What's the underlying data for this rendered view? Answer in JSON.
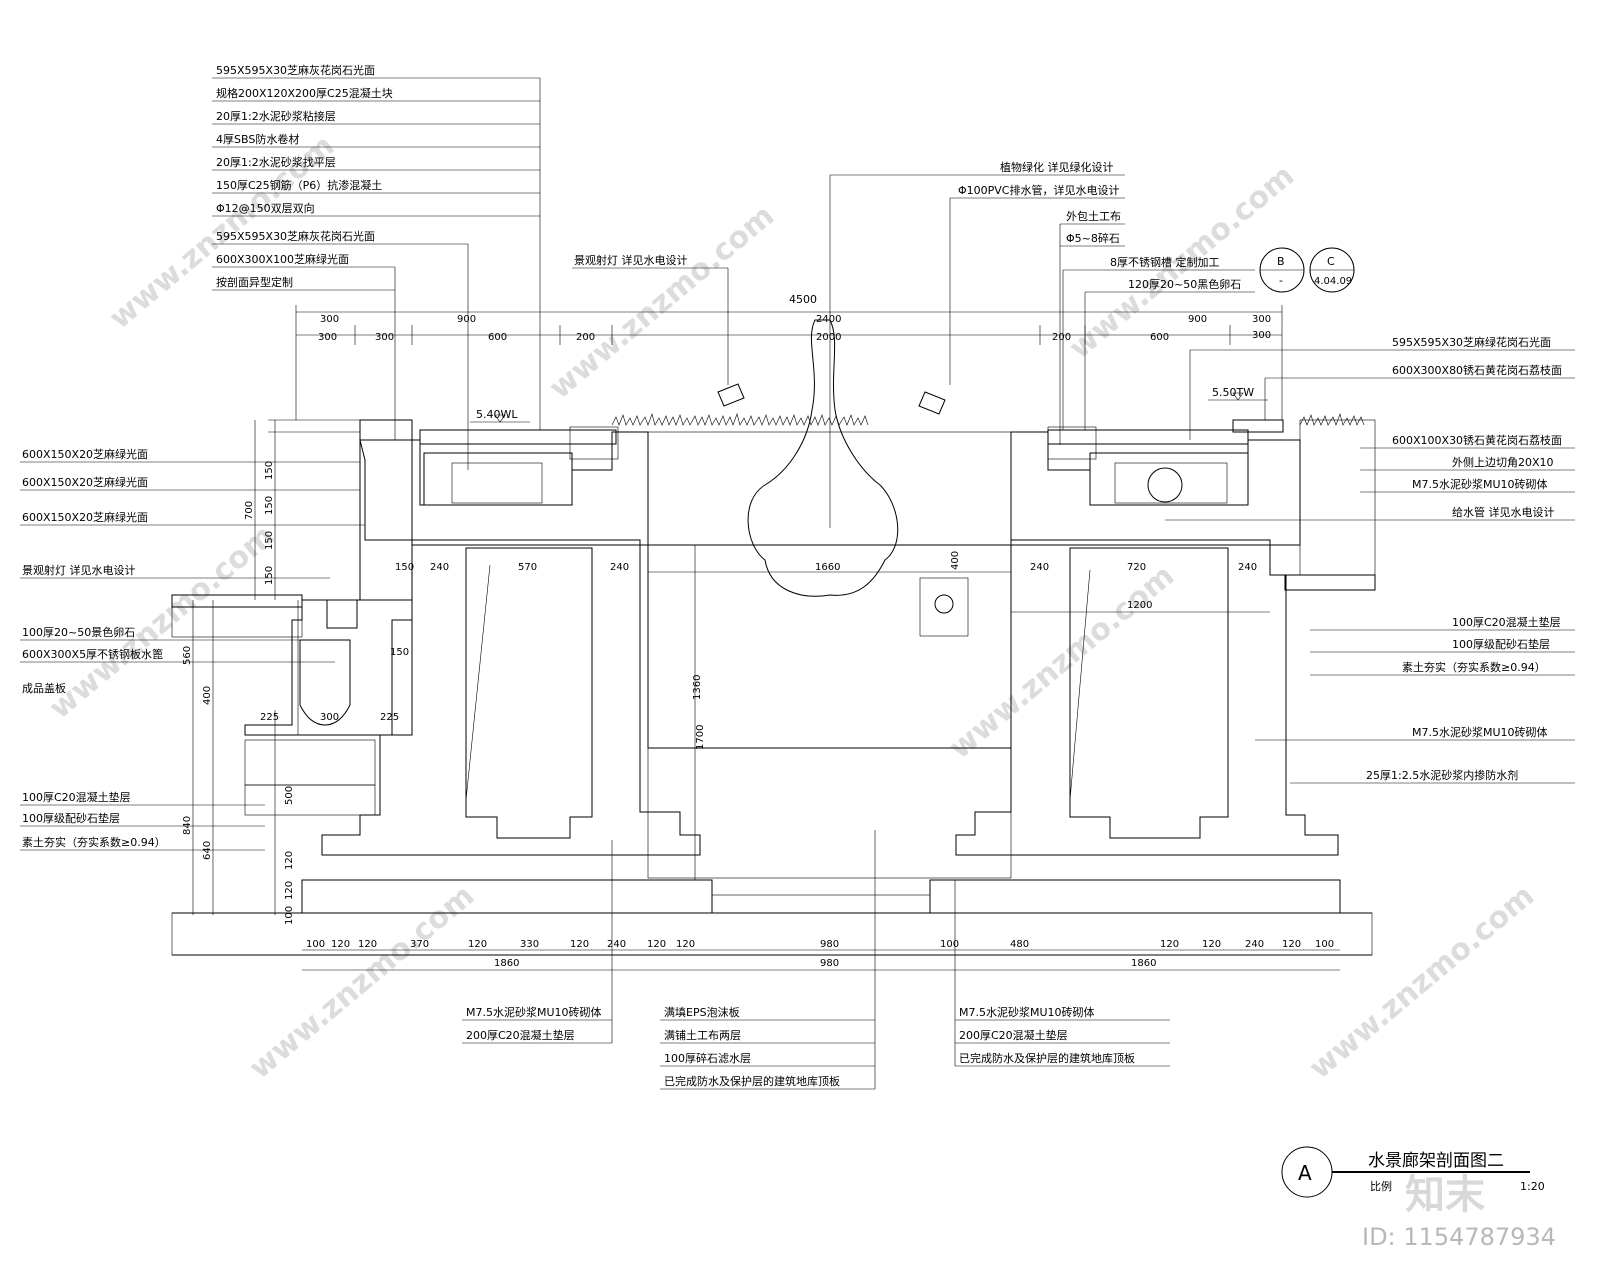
{
  "drawing": {
    "title": "水景廊架剖面图二",
    "marker": "A",
    "scale_label": "比例",
    "scale": "1:20",
    "ref_b": "B",
    "ref_b_sub": "-",
    "ref_c": "C",
    "ref_c_sub": "4.04.09",
    "level_wl": "5.40WL",
    "level_tw": "5.50TW",
    "watermark": "www.znzmo.com",
    "brand": "知末",
    "id_text": "ID: 1154787934"
  },
  "notes_top_left": [
    "595X595X30芝麻灰花岗石光面",
    "规格200X120X200厚C25混凝土块",
    "20厚1:2水泥砂浆粘接层",
    "4厚SBS防水卷材",
    "20厚1:2水泥砂浆找平层",
    "150厚C25钢筋（P6）抗渗混凝土",
    "Φ12@150双层双向"
  ],
  "notes_mid_left": [
    "595X595X30芝麻灰花岗石光面",
    "600X300X100芝麻绿光面",
    "按剖面异型定制"
  ],
  "notes_left": [
    "600X150X20芝麻绿光面",
    "600X150X20芝麻绿光面",
    "600X150X20芝麻绿光面",
    "景观射灯 详见水电设计",
    "100厚20~50景色卵石",
    "600X300X5厚不锈钢板水篦",
    "成品盖板",
    "100厚C20混凝土垫层",
    "100厚级配砂石垫层",
    "素土夯实（夯实系数≥0.94）"
  ],
  "notes_top_center": [
    "景观射灯 详见水电设计",
    "植物绿化 详见绿化设计",
    "Φ100PVC排水管，详见水电设计",
    "外包土工布",
    "Φ5~8碎石",
    "8厚不锈钢槽 定制加工",
    "120厚20~50黑色卵石"
  ],
  "notes_right": [
    "595X595X30芝麻绿花岗石光面",
    "600X300X80锈石黄花岗石荔枝面",
    "600X100X30锈石黄花岗石荔枝面",
    "外侧上边切角20X10",
    "M7.5水泥砂浆MU10砖砌体",
    "给水管 详见水电设计",
    "100厚C20混凝土垫层",
    "100厚级配砂石垫层",
    "素土夯实（夯实系数≥0.94）",
    "M7.5水泥砂浆MU10砖砌体",
    "25厚1:2.5水泥砂浆内掺防水剂"
  ],
  "notes_bottom_left": [
    "M7.5水泥砂浆MU10砖砌体",
    "200厚C20混凝土垫层"
  ],
  "notes_bottom_center": [
    "满填EPS泡沫板",
    "满铺土工布两层",
    "100厚碎石滤水层",
    "已完成防水及保护层的建筑地库顶板"
  ],
  "notes_bottom_right": [
    "M7.5水泥砂浆MU10砖砌体",
    "200厚C20混凝土垫层",
    "已完成防水及保护层的建筑地库顶板"
  ],
  "dims_top": {
    "overall": "4500",
    "row1": [
      "300",
      "900",
      "2400",
      "900",
      "300"
    ],
    "row2": [
      "300",
      "300",
      "600",
      "200",
      "2000",
      "200",
      "600",
      "300"
    ]
  },
  "dims_bottom": {
    "row1": [
      "100",
      "120",
      "120",
      "370",
      "120",
      "330",
      "120",
      "240",
      "120",
      "120",
      "980",
      "100",
      "480",
      "120",
      "120",
      "240",
      "120",
      "100"
    ],
    "row2": [
      "1860",
      "980",
      "1860"
    ]
  },
  "dims_inner": [
    "1660",
    "1200",
    "570",
    "720",
    "240",
    "240",
    "240",
    "240",
    "1360",
    "1700",
    "150",
    "150",
    "400",
    "300",
    "225",
    "225"
  ],
  "dims_left": [
    "700",
    "150",
    "150",
    "150",
    "150",
    "560",
    "400",
    "500",
    "840",
    "640",
    "120",
    "120",
    "100"
  ]
}
